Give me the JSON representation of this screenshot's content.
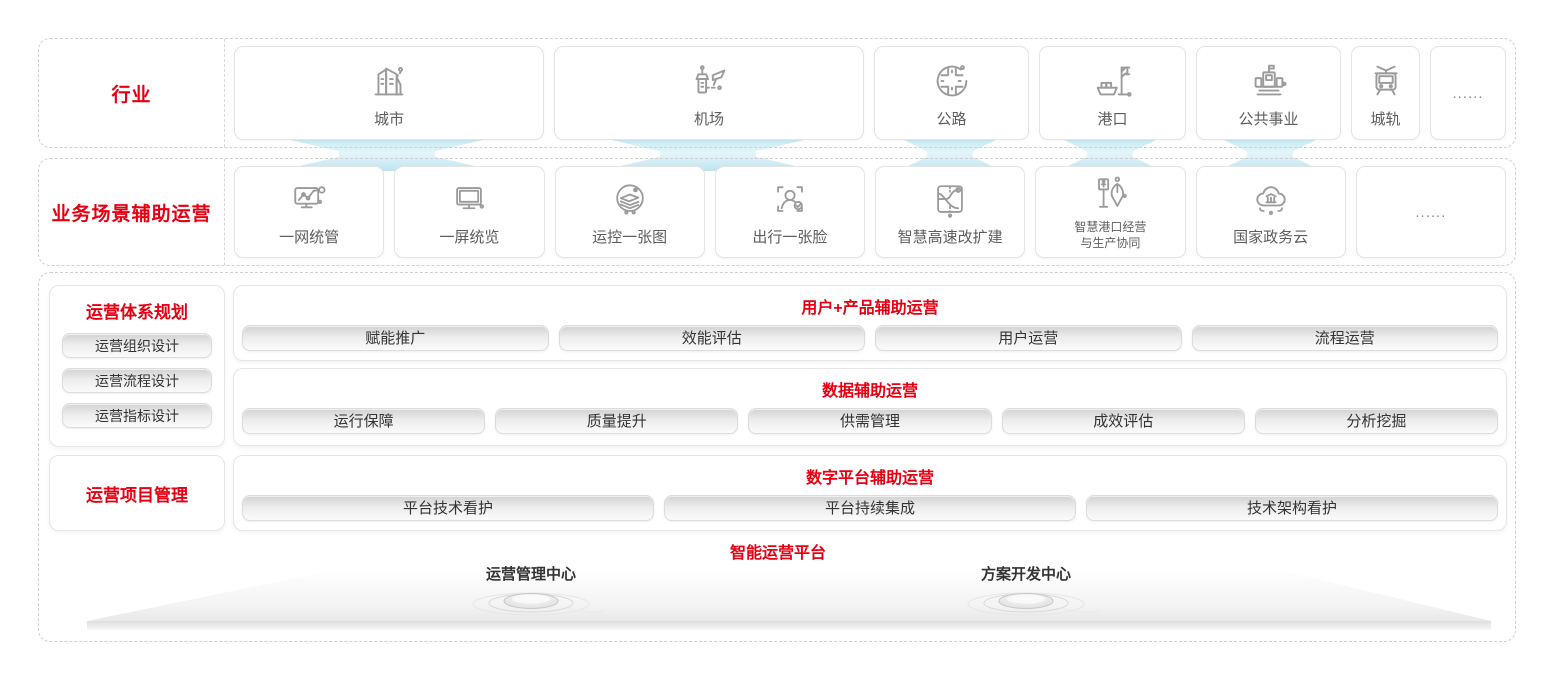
{
  "colors": {
    "accent_red": "#e60012",
    "connector_cyan": "#c3e7f1",
    "icon_gray": "#9b9b9b",
    "pill_text": "#333333"
  },
  "industry_row": {
    "label": "行业",
    "cards": [
      {
        "label": "城市",
        "icon": "city-icon"
      },
      {
        "label": "机场",
        "icon": "airport-icon"
      },
      {
        "label": "公路",
        "icon": "highway-icon"
      },
      {
        "label": "港口",
        "icon": "port-icon"
      },
      {
        "label": "公共事业",
        "icon": "public-utility-icon"
      },
      {
        "label": "城轨",
        "icon": "urban-rail-icon"
      },
      {
        "label": "......"
      }
    ]
  },
  "scenario_row": {
    "label": "业务场景辅助运营",
    "cards": [
      {
        "label": "一网统管",
        "icon": "network-governance-icon"
      },
      {
        "label": "一屏统览",
        "icon": "screen-overview-icon"
      },
      {
        "label": "运控一张图",
        "icon": "ops-map-icon"
      },
      {
        "label": "出行一张脸",
        "icon": "face-travel-icon"
      },
      {
        "label": "智慧高速改扩建",
        "icon": "smart-highway-icon"
      },
      {
        "line1": "智慧港口经营",
        "line2": "与生产协同",
        "icon": "smart-port-icon"
      },
      {
        "label": "国家政务云",
        "icon": "gov-cloud-icon"
      },
      {
        "label": "......"
      }
    ]
  },
  "ops_system_planning": {
    "title": "运营体系规划",
    "pills": [
      "运营组织设计",
      "运营流程设计",
      "运营指标设计"
    ]
  },
  "ops_project_mgmt": {
    "title": "运营项目管理"
  },
  "user_product_ops": {
    "title": "用户+产品辅助运营",
    "pills": [
      "赋能推广",
      "效能评估",
      "用户运营",
      "流程运营"
    ]
  },
  "data_ops": {
    "title": "数据辅助运营",
    "pills": [
      "运行保障",
      "质量提升",
      "供需管理",
      "成效评估",
      "分析挖掘"
    ]
  },
  "digital_platform_ops": {
    "title": "数字平台辅助运营",
    "pills": [
      "平台技术看护",
      "平台持续集成",
      "技术架构看护"
    ]
  },
  "platform": {
    "title": "智能运营平台",
    "centers": [
      "运营管理中心",
      "方案开发中心"
    ]
  }
}
